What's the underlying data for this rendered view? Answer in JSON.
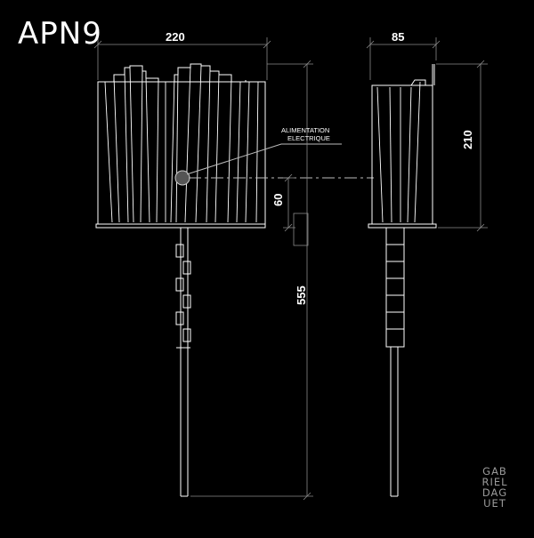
{
  "title": "APN9",
  "dimensions": {
    "width_front": "220",
    "width_side": "85",
    "height_shade": "210",
    "offset_cable": "60",
    "total_height": "555"
  },
  "annotation": {
    "line1": "ALIMENTATION",
    "line2": "ELECTRIQUE"
  },
  "logo": [
    "GAB",
    "RIEL",
    "DAG",
    "UET"
  ],
  "colors": {
    "background": "#000000",
    "lines": "#ffffff",
    "dim_lines": "#8a8a8a",
    "logo": "#9a9a9a"
  }
}
